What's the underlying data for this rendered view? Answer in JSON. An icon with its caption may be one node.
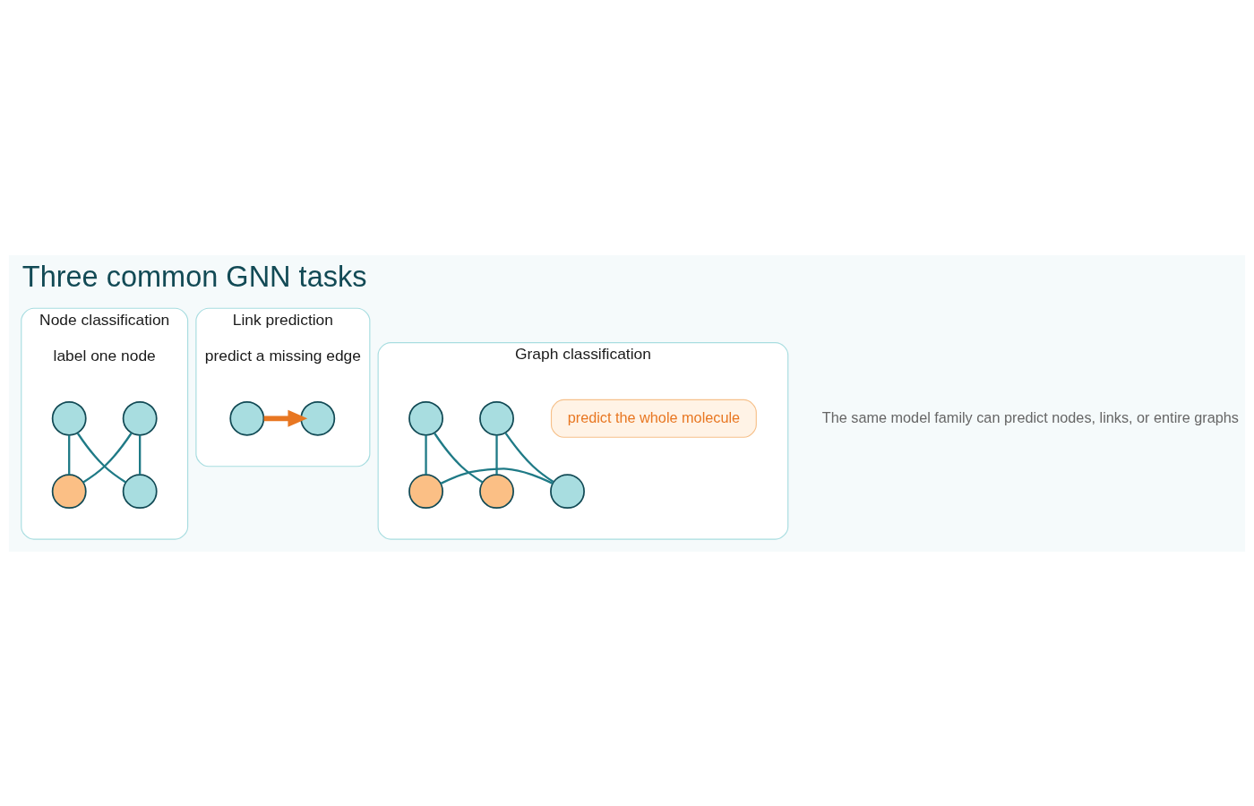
{
  "diagram": {
    "title": "Three common GNN tasks",
    "nodes": [
      {
        "text": [
          "Node classification",
          "label one node"
        ]
      },
      {
        "text": [],
        "shape": "circle",
        "in": 0
      },
      {
        "text": [],
        "shape": "circle",
        "in": 0
      },
      {
        "text": [],
        "shape": "circle",
        "in": 0
      },
      {
        "text": [],
        "shape": "circle",
        "in": 0
      },
      {
        "text": [
          "Link prediction",
          "predict a missing edge"
        ]
      },
      {
        "text": [],
        "shape": "circle",
        "in": 5
      },
      {
        "text": [],
        "shape": "circle",
        "in": 5
      },
      {
        "text": [
          "Graph classification"
        ]
      },
      {
        "text": [
          "predict the whole molecule"
        ],
        "in": 8
      },
      {
        "text": [],
        "shape": "circle",
        "in": 8
      },
      {
        "text": [],
        "shape": "circle",
        "in": 8
      },
      {
        "text": [],
        "shape": "circle",
        "in": 8
      },
      {
        "text": [],
        "shape": "circle",
        "in": 8
      },
      {
        "text": [],
        "shape": "circle",
        "in": 8
      }
    ],
    "edges": [
      {
        "from": 1,
        "to": 2,
        "arrow": "none"
      },
      {
        "from": 2,
        "to": 4,
        "arrow": "none"
      },
      {
        "from": 4,
        "to": 3,
        "arrow": "none"
      },
      {
        "from": 3,
        "to": 1,
        "arrow": "none"
      },
      {
        "from": 6,
        "to": 7,
        "arrow": "to",
        "style": "thick",
        "color": "#e87722"
      },
      {
        "from": 10,
        "to": 12,
        "arrow": "none"
      },
      {
        "from": 12,
        "to": 14,
        "arrow": "none"
      },
      {
        "from": 14,
        "to": 13,
        "arrow": "none"
      },
      {
        "from": 13,
        "to": 11,
        "arrow": "none"
      },
      {
        "from": 11,
        "to": 10,
        "arrow": "none"
      }
    ],
    "labels": [
      "The same model family can predict nodes, links, or entire graphs"
    ]
  }
}
